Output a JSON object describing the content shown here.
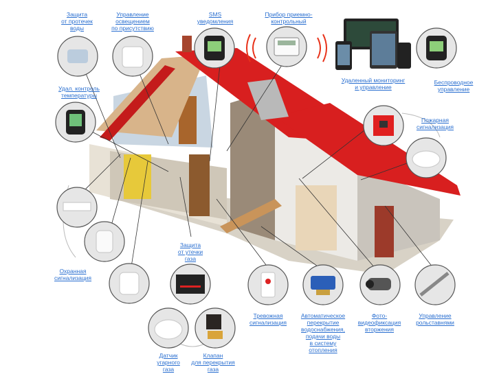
{
  "labels": {
    "leak_protection": [
      "Защита",
      "от протечек",
      "воды"
    ],
    "lighting": [
      "Управление",
      "освещением",
      "по присутствию"
    ],
    "sms": [
      "SMS",
      "уведомления"
    ],
    "control_panel": [
      "Прибор приемно-",
      "контрольный"
    ],
    "remote_monitoring": [
      "Удаленный мониторинг",
      "и управление"
    ],
    "wireless": [
      "Беспроводное",
      "управление"
    ],
    "fire_alarm": [
      "Пожарная",
      "сигнализация"
    ],
    "temperature": [
      "Удал. контроль",
      "температуры"
    ],
    "gas_leak": [
      "Защита",
      "от утечки",
      "газа"
    ],
    "security_alarm": [
      "Охранная",
      "сигнализация"
    ],
    "panic_alarm": [
      "Тревожная",
      "сигнализация"
    ],
    "water_shutoff": [
      "Автоматическое",
      "перекрытие",
      "водоснабжения,",
      "подачи воды",
      "в систему",
      "отопления"
    ],
    "video": [
      "Фото-",
      "видеофиксация",
      "вторжения"
    ],
    "shutters": [
      "Управление",
      "рольставнями"
    ],
    "co_sensor": [
      "Датчик",
      "угарного",
      "газа"
    ],
    "gas_valve": [
      "Клапан",
      "для перекрытия",
      "газа"
    ]
  },
  "colors": {
    "link": "#2a6fd0",
    "roof": "#d81f1f",
    "wall": "#e9e4dc",
    "stone": "#9a8a78"
  }
}
